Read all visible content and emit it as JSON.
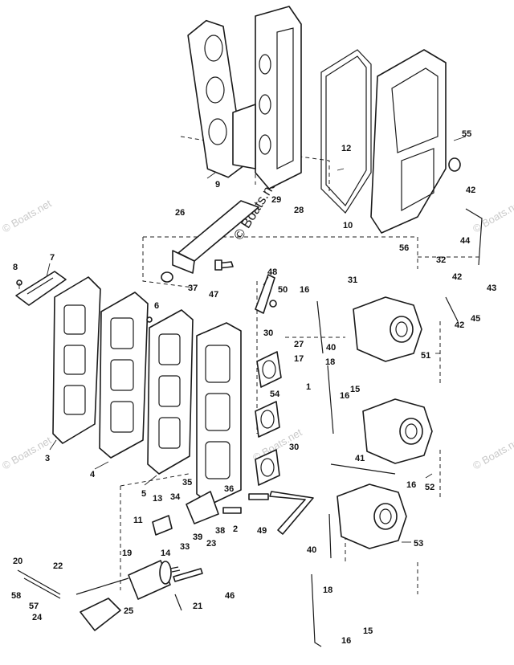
{
  "watermark": {
    "main": "© Boats.net",
    "faint": "© Boats.net"
  },
  "callouts": [
    "1",
    "2",
    "3",
    "4",
    "5",
    "6",
    "7",
    "8",
    "9",
    "10",
    "11",
    "12",
    "13",
    "14",
    "15",
    "16",
    "17",
    "18",
    "19",
    "20",
    "21",
    "22",
    "23",
    "24",
    "25",
    "26",
    "27",
    "28",
    "29",
    "30",
    "31",
    "32",
    "33",
    "34",
    "35",
    "36",
    "37",
    "38",
    "39",
    "40",
    "41",
    "42",
    "43",
    "44",
    "45",
    "46",
    "47",
    "48",
    "49",
    "50",
    "51",
    "52",
    "53",
    "54",
    "55",
    "56",
    "57",
    "58"
  ]
}
